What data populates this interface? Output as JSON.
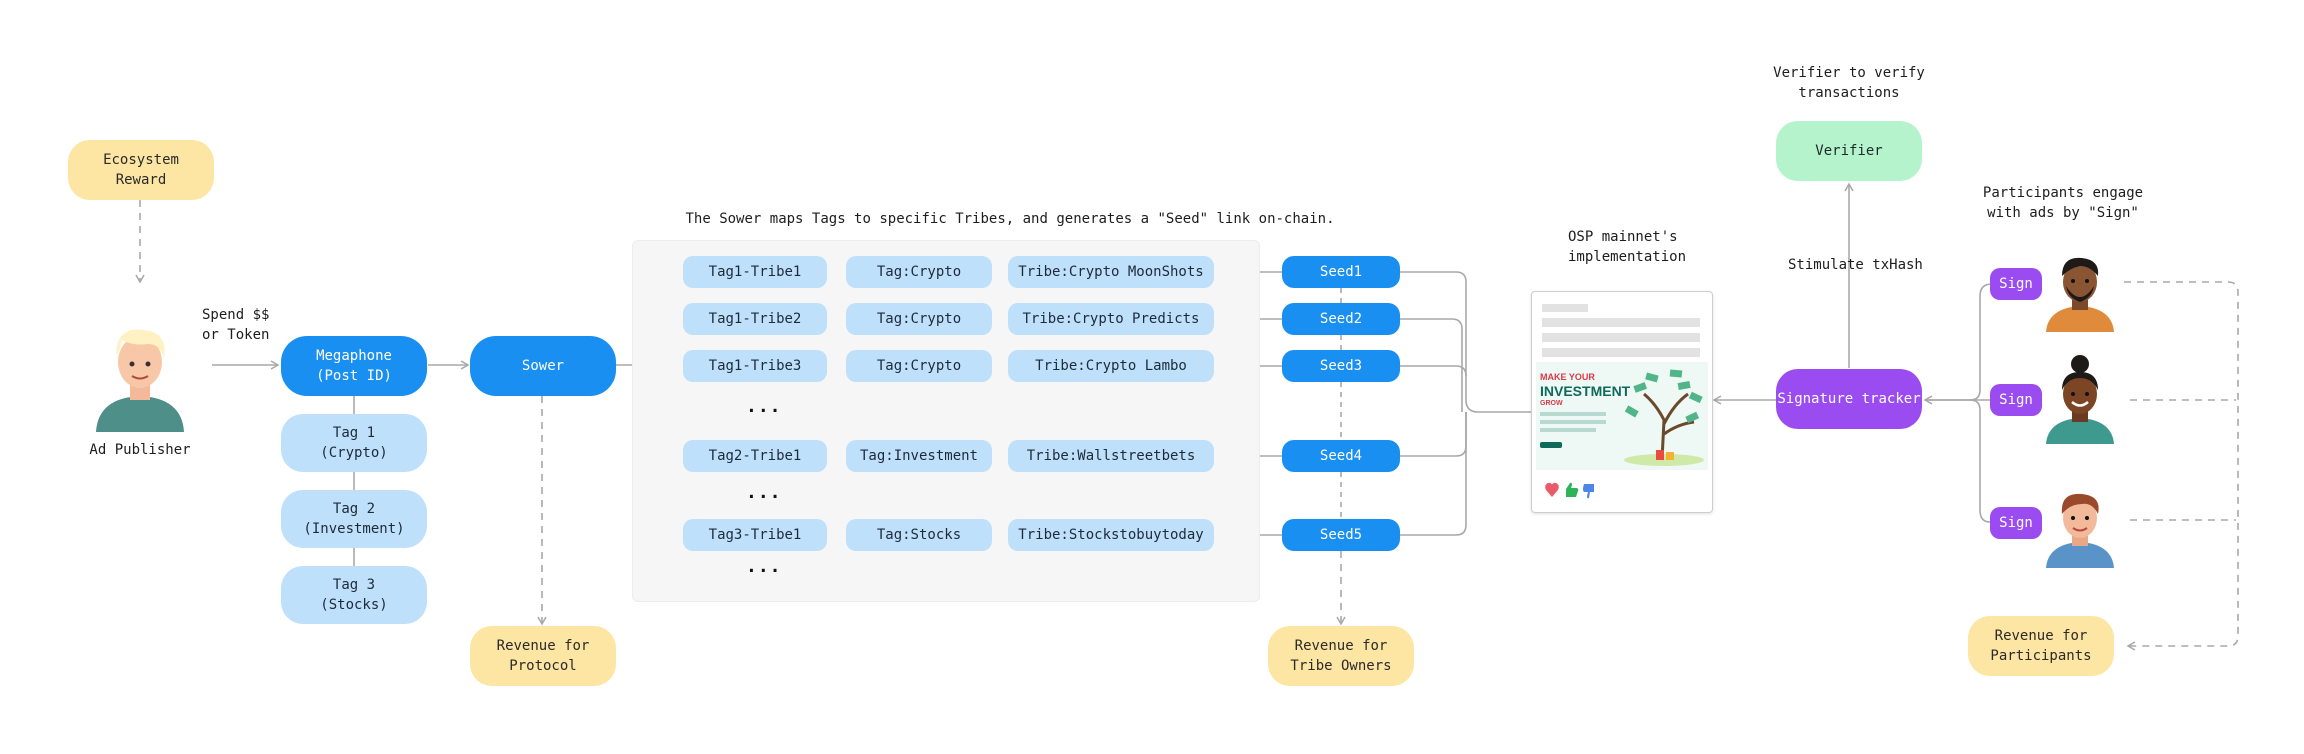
{
  "ecosystem_reward": "Ecosystem\nReward",
  "spend_label": "Spend $$\nor Token",
  "ad_publisher": "Ad Publisher",
  "megaphone": "Megaphone\n(Post ID)",
  "tags": [
    "Tag 1\n(Crypto)",
    "Tag 2\n(Investment)",
    "Tag 3\n(Stocks)"
  ],
  "sower": "Sower",
  "revenue_protocol": "Revenue for\nProtocol",
  "sower_caption": "The Sower maps Tags to specific Tribes, and generates a \"Seed\" link on-chain.",
  "rows": [
    {
      "tag_tribe": "Tag1-Tribe1",
      "tag": "Tag:Crypto",
      "tribe": "Tribe:Crypto MoonShots",
      "seed": "Seed1"
    },
    {
      "tag_tribe": "Tag1-Tribe2",
      "tag": "Tag:Crypto",
      "tribe": "Tribe:Crypto Predicts",
      "seed": "Seed2"
    },
    {
      "tag_tribe": "Tag1-Tribe3",
      "tag": "Tag:Crypto",
      "tribe": "Tribe:Crypto Lambo",
      "seed": "Seed3"
    },
    {
      "tag_tribe": "Tag2-Tribe1",
      "tag": "Tag:Investment",
      "tribe": "Tribe:Wallstreetbets",
      "seed": "Seed4"
    },
    {
      "tag_tribe": "Tag3-Tribe1",
      "tag": "Tag:Stocks",
      "tribe": "Tribe:Stockstobuytoday",
      "seed": "Seed5"
    }
  ],
  "ellipsis": "...",
  "revenue_tribe_owners": "Revenue for\nTribe Owners",
  "osp_label": "OSP mainnet's\nimplementation",
  "ad_card": {
    "line1": "MAKE YOUR",
    "line2": "INVESTMENT",
    "line3": "GROW"
  },
  "signature_tracker": "Signature tracker",
  "stimulate_label": "Stimulate txHash",
  "verifier_caption": "Verifier to verify\ntransactions",
  "verifier": "Verifier",
  "participants_caption": "Participants engage\nwith ads by \"Sign\"",
  "sign_label": "Sign",
  "revenue_participants": "Revenue for\nParticipants",
  "colors": {
    "primary_blue": "#1a8ff2",
    "light_blue": "#bfe0fb",
    "yellow": "#fde6a3",
    "green": "#b5f3cc",
    "purple": "#9b4cf1"
  }
}
